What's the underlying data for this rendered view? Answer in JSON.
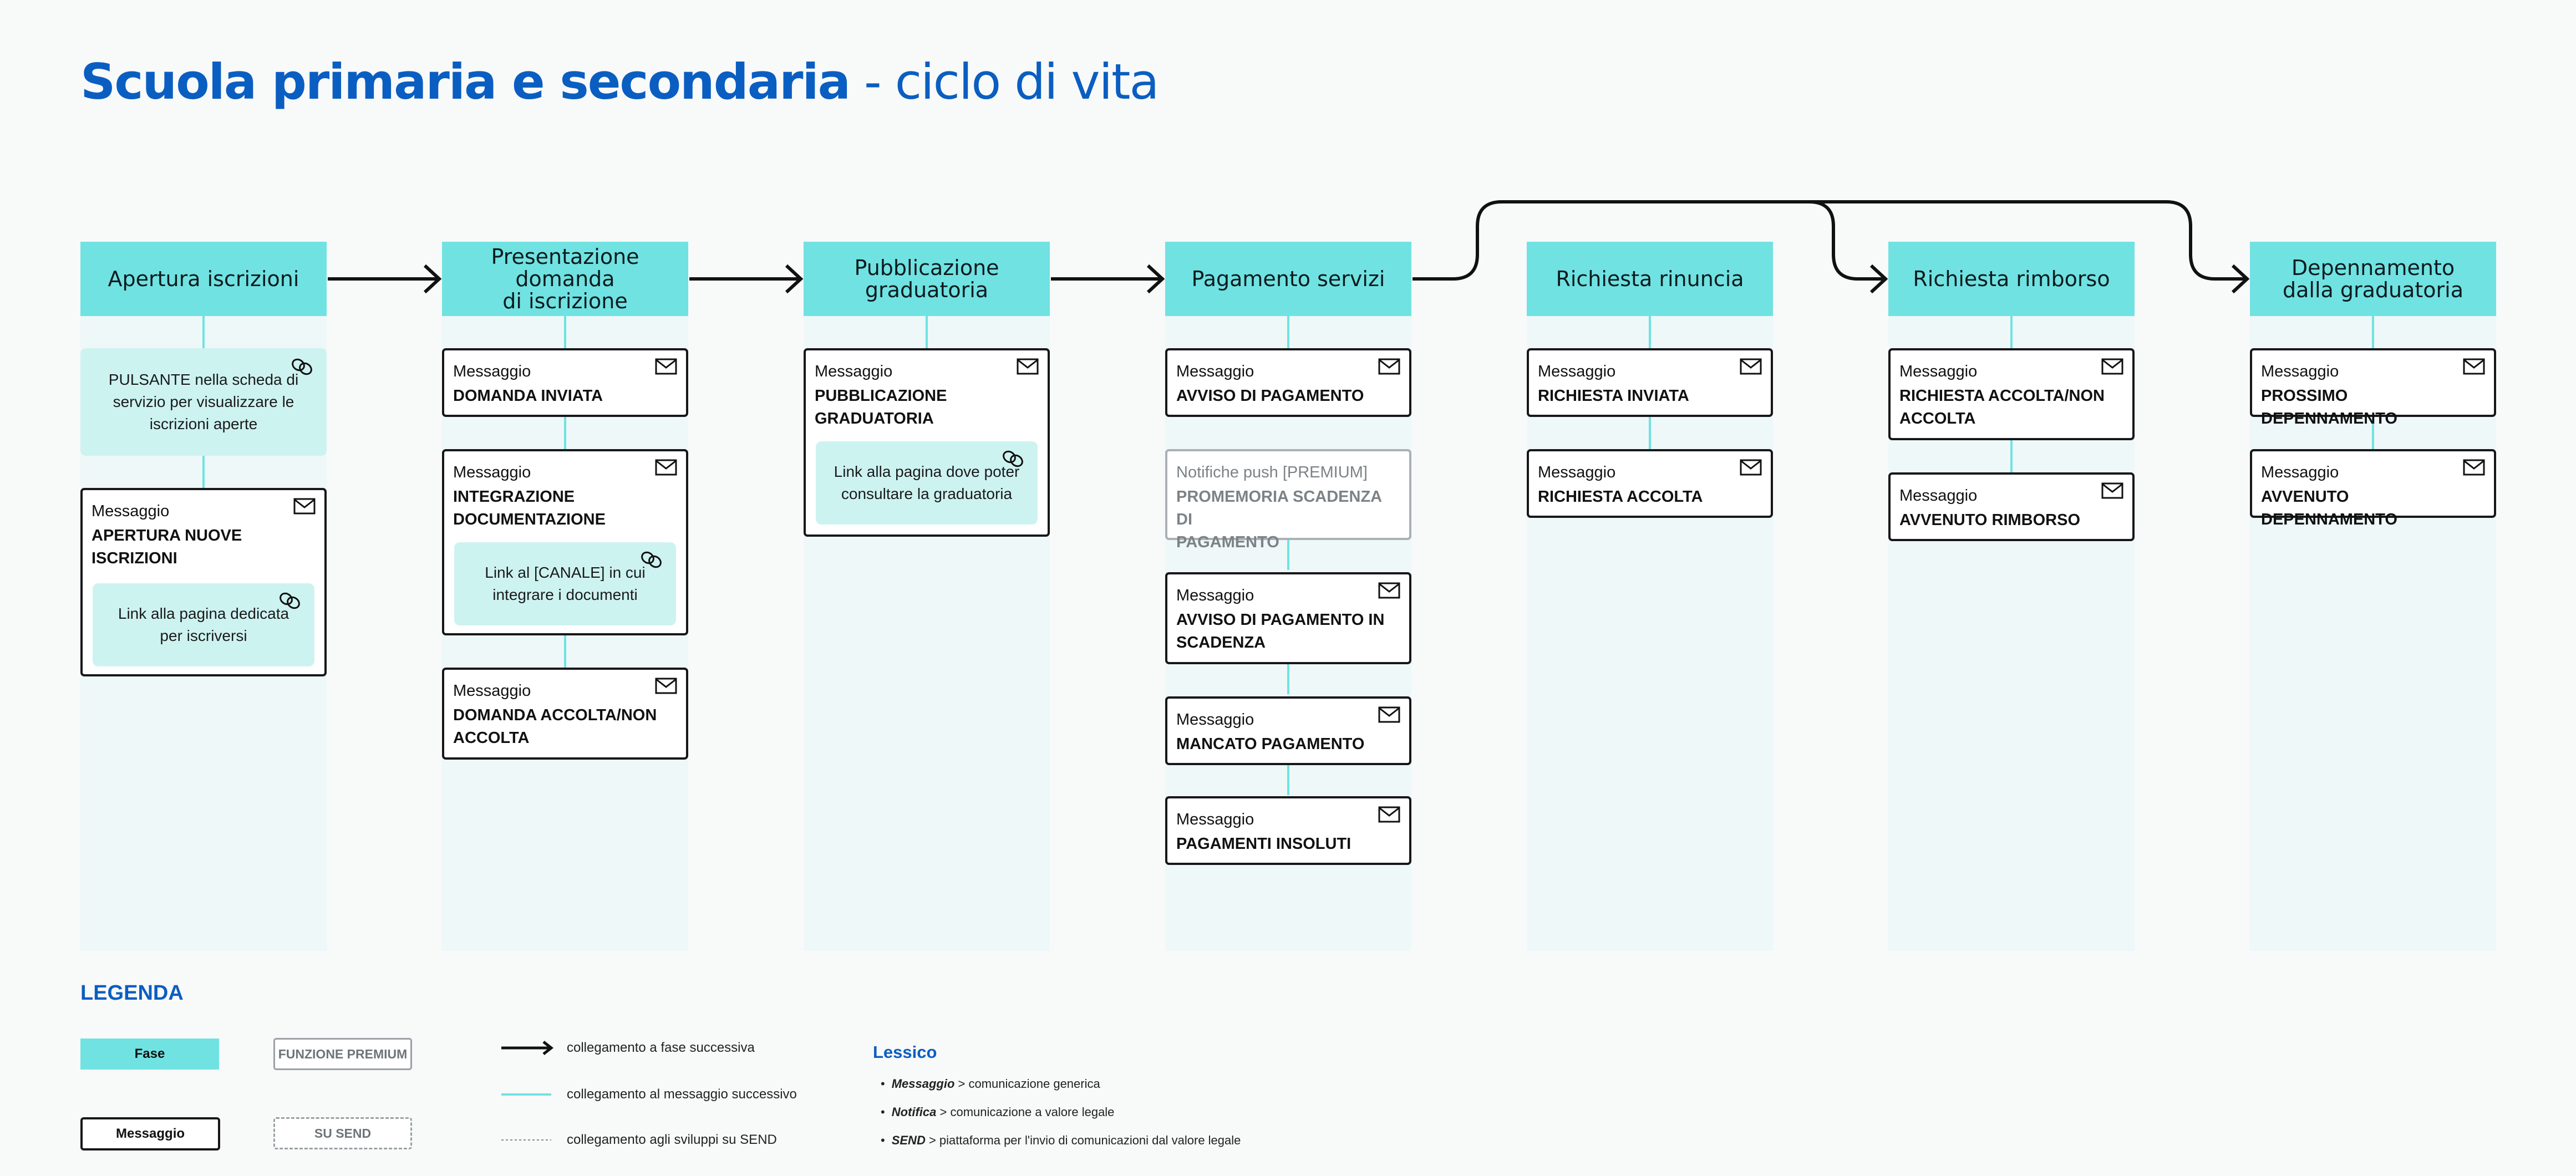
{
  "title": {
    "bold": "Scuola primaria e secondaria",
    "rest": "- ciclo di vita"
  },
  "phases": [
    "Apertura iscrizioni",
    "Presentazione domanda\ndi iscrizione",
    "Pubblicazione\ngraduatoria",
    "Pagamento servizi",
    "Richiesta rinuncia",
    "Richiesta rimborso",
    "Depennamento\ndalla graduatoria"
  ],
  "col1": {
    "button_link": "PULSANTE nella scheda di\nservizio per visualizzare le\niscrizioni aperte",
    "msg_label": "Messaggio",
    "msg_title": "APERTURA NUOVE\nISCRIZIONI",
    "link": "Link alla pagina dedicata\nper iscriversi"
  },
  "col2": {
    "m1_label": "Messaggio",
    "m1_title": "DOMANDA INVIATA",
    "m2_label": "Messaggio",
    "m2_title": "INTEGRAZIONE\nDOCUMENTAZIONE",
    "m2_link": "Link al [CANALE] in cui\nintegrare i documenti",
    "m3_label": "Messaggio",
    "m3_title": "DOMANDA ACCOLTA/NON\nACCOLTA"
  },
  "col3": {
    "m1_label": "Messaggio",
    "m1_title": "PUBBLICAZIONE\nGRADUATORIA",
    "m1_link": "Link alla pagina dove poter\nconsultare la graduatoria"
  },
  "col4": {
    "m1_label": "Messaggio",
    "m1_title": "AVVISO DI PAGAMENTO",
    "push_label": "Notifiche push [PREMIUM]",
    "push_title": "PROMEMORIA SCADENZA DI\nPAGAMENTO",
    "m2_label": "Messaggio",
    "m2_title": "AVVISO DI PAGAMENTO IN\nSCADENZA",
    "m3_label": "Messaggio",
    "m3_title": "MANCATO PAGAMENTO",
    "m4_label": "Messaggio",
    "m4_title": "PAGAMENTI INSOLUTI"
  },
  "col5": {
    "m1_label": "Messaggio",
    "m1_title": "RICHIESTA INVIATA",
    "m2_label": "Messaggio",
    "m2_title": "RICHIESTA ACCOLTA"
  },
  "col6": {
    "m1_label": "Messaggio",
    "m1_title": "RICHIESTA ACCOLTA/NON\nACCOLTA",
    "m2_label": "Messaggio",
    "m2_title": "AVVENUTO RIMBORSO"
  },
  "col7": {
    "m1_label": "Messaggio",
    "m1_title": "PROSSIMO DEPENNAMENTO",
    "m2_label": "Messaggio",
    "m2_title": "AVVENUTO DEPENNAMENTO"
  },
  "legend": {
    "title": "LEGENDA",
    "fase": "Fase",
    "premium": "FUNZIONE PREMIUM",
    "messaggio": "Messaggio",
    "send": "SU SEND",
    "arrow_desc": "collegamento a fase successiva",
    "line_desc": "collegamento al messaggio successivo",
    "dotted_desc": "collegamento agli sviluppi su SEND"
  },
  "lessico": {
    "title": "Lessico",
    "items": [
      {
        "term": "Messaggio",
        "desc": " > comunicazione generica"
      },
      {
        "term": "Notifica",
        "desc": " > comunicazione a valore legale"
      },
      {
        "term": "SEND",
        "desc": " > piattaforma per  l'invio di comunicazioni dal valore legale"
      }
    ]
  },
  "colors": {
    "phase": "#70e2e2",
    "column_bg": "#eef8f8",
    "link_bg": "#cdf3f1",
    "title_blue": "#0a5ec1",
    "border": "#17171a",
    "premium_border": "#aab0b4"
  }
}
